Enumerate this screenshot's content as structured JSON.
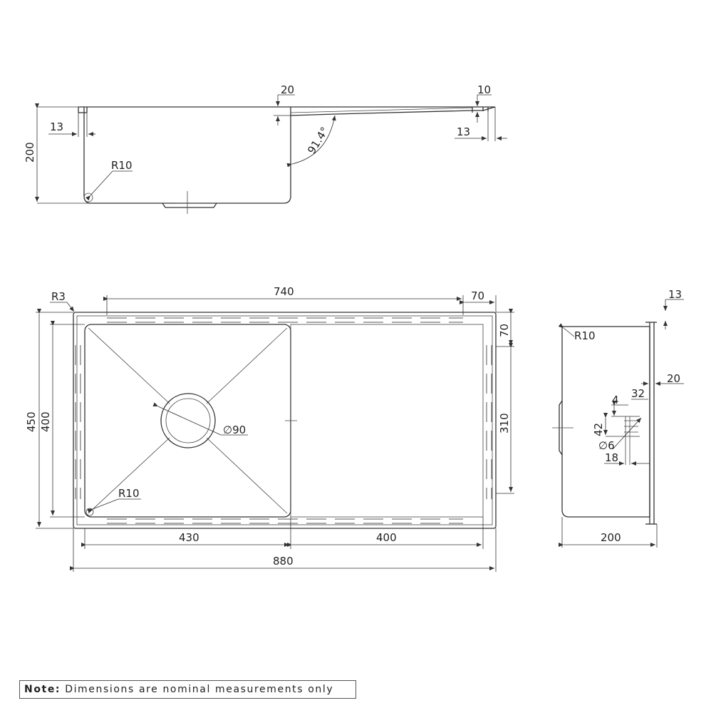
{
  "labels": {
    "depth": "200",
    "flange_top_13": "13",
    "rim_20": "20",
    "edge_10": "10",
    "edge_13": "13",
    "radius_r10_side": "R10",
    "angle": "91.4°",
    "corner_r3": "R3",
    "top_740": "740",
    "top_70": "70",
    "right_70": "70",
    "right_310": "310",
    "left_450": "450",
    "left_400": "400",
    "waste_dia": "∅90",
    "radius_r10_plan": "R10",
    "bottom_430": "430",
    "bottom_400": "400",
    "bottom_880": "880",
    "end_13": "13",
    "end_r10": "R10",
    "end_20": "20",
    "end_32": "32",
    "end_4": "4",
    "end_42": "42",
    "end_dia6": "∅6",
    "end_18": "18",
    "end_200": "200"
  },
  "note": {
    "prefix": "Note:",
    "text": "Dimensions are nominal measurements only"
  }
}
